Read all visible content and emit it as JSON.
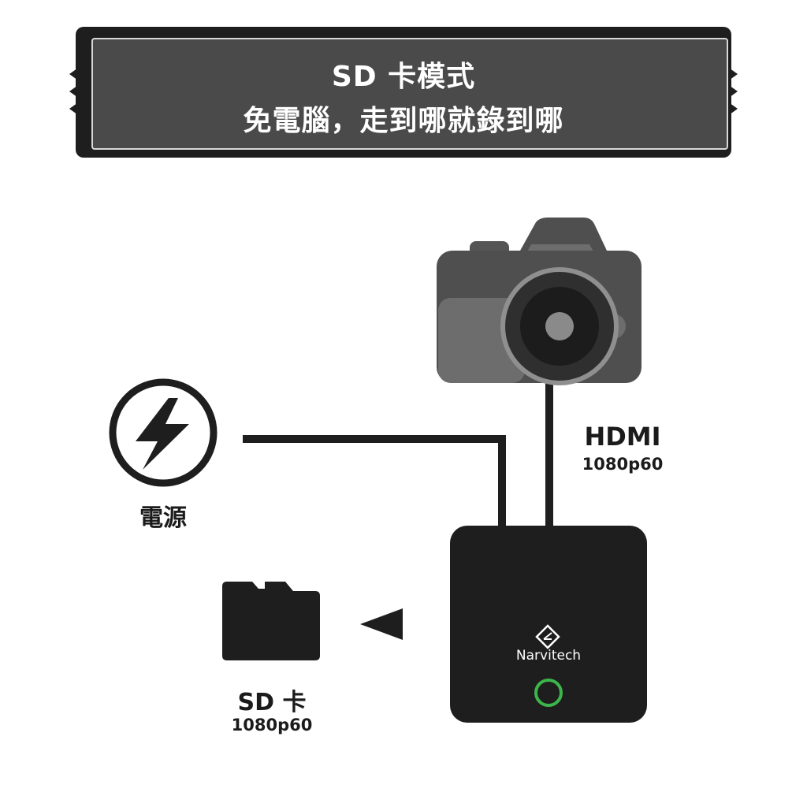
{
  "banner": {
    "line1": "SD 卡模式",
    "line2": "免電腦，走到哪就錄到哪"
  },
  "power": {
    "label": "電源"
  },
  "hdmi": {
    "label": "HDMI",
    "spec": "1080p60"
  },
  "sdcard": {
    "label": "SD 卡",
    "spec": "1080p60"
  },
  "device": {
    "brand": "Narvitech",
    "led_color": "#3cb54a"
  },
  "icons": [
    "lightning-icon",
    "camera-icon",
    "sd-card-icon",
    "arrow-left-icon",
    "narvitech-logo-icon",
    "status-led-icon"
  ],
  "colors": {
    "dark": "#1e1e1e",
    "banner": "#4a4a4a",
    "camera_body": "#4f4f4f",
    "camera_light": "#6d6d6d"
  }
}
